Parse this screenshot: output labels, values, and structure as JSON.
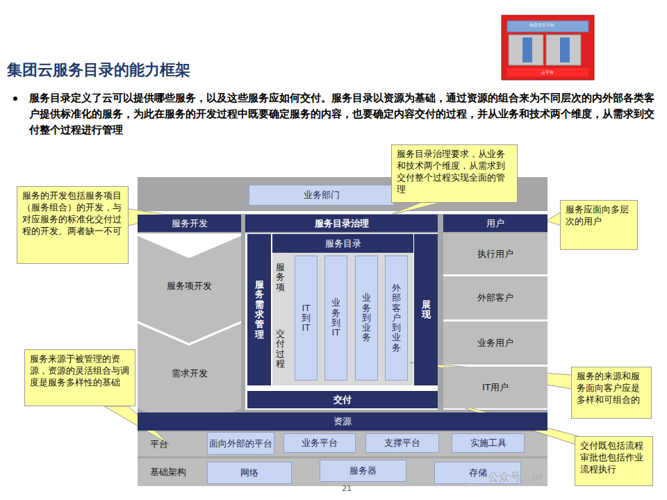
{
  "diagram": {
    "title": "集团云服务目录的能力框架",
    "nodes": [
      {
        "text": [
          "业务部门"
        ]
      },
      {
        "text": [
          "服务开发"
        ]
      },
      {
        "text": [
          "服务目录治理"
        ]
      },
      {
        "text": [
          "用户"
        ]
      },
      {
        "text": [
          "服务项开发"
        ]
      },
      {
        "text": [
          "需求开发"
        ]
      },
      {
        "text": [
          "服务需求管理"
        ]
      },
      {
        "text": [
          "服务目录"
        ]
      },
      {
        "text": [
          "IT到IT"
        ]
      },
      {
        "text": [
          "业务到IT"
        ]
      },
      {
        "text": [
          "业务到业务"
        ]
      },
      {
        "text": [
          "外部客户到业务"
        ]
      },
      {
        "text": [
          "展现"
        ]
      },
      {
        "text": [
          "执行用户"
        ]
      },
      {
        "text": [
          "外部客户"
        ]
      },
      {
        "text": [
          "业务用户"
        ]
      },
      {
        "text": [
          "IT用户"
        ]
      },
      {
        "text": [
          "交付"
        ]
      },
      {
        "text": [
          "资源"
        ]
      },
      {
        "text": [
          "平台"
        ]
      },
      {
        "text": [
          "面向外部的平台"
        ],
        "in": 19
      },
      {
        "text": [
          "业务平台"
        ],
        "in": 19
      },
      {
        "text": [
          "支撑平台"
        ],
        "in": 19
      },
      {
        "text": [
          "实施工具"
        ],
        "in": 19
      },
      {
        "text": [
          "基础架构"
        ]
      },
      {
        "text": [
          "网络"
        ],
        "in": 24
      },
      {
        "text": [
          "服务器"
        ],
        "in": 24
      },
      {
        "text": [
          "存储"
        ],
        "in": 24
      },
      {
        "text": [
          "服务目录治理要求，从业务和技术两个维度，从需求到交付整个过程实现全面的管理"
        ]
      },
      {
        "text": [
          "服务的开发包括服务项目（服务组合）的开发，与对应服务的标准化交付过程的开发。两者缺一不可"
        ]
      },
      {
        "text": [
          "服务应面向多层次的用户"
        ]
      },
      {
        "text": [
          "服务来源于被管理的资源，资源的灵活组合与调度是服务多样性的基础"
        ]
      },
      {
        "text": [
          "服务的来源和服务面向客户应是多样和可组合的"
        ]
      },
      {
        "text": [
          "交付既包括流程审批也包括作业流程执行"
        ]
      }
    ],
    "labels": [
      "服务目录定义了云可以提供哪些服务，以及这些服务应如何交付。服务目录以资源为基础，通过资源的组合来为不同层次的内外部各类客户提供标准化的服务，为此在服务的开发过程中既要确定服务的内容，也要确定内容交付的过程，并从业务和技术两个维度，从需求到交付整个过程进行管理",
      "服务项",
      "交付过程",
      "信息交互平台",
      "云平台",
      "公众号 · pr",
      "21"
    ]
  }
}
